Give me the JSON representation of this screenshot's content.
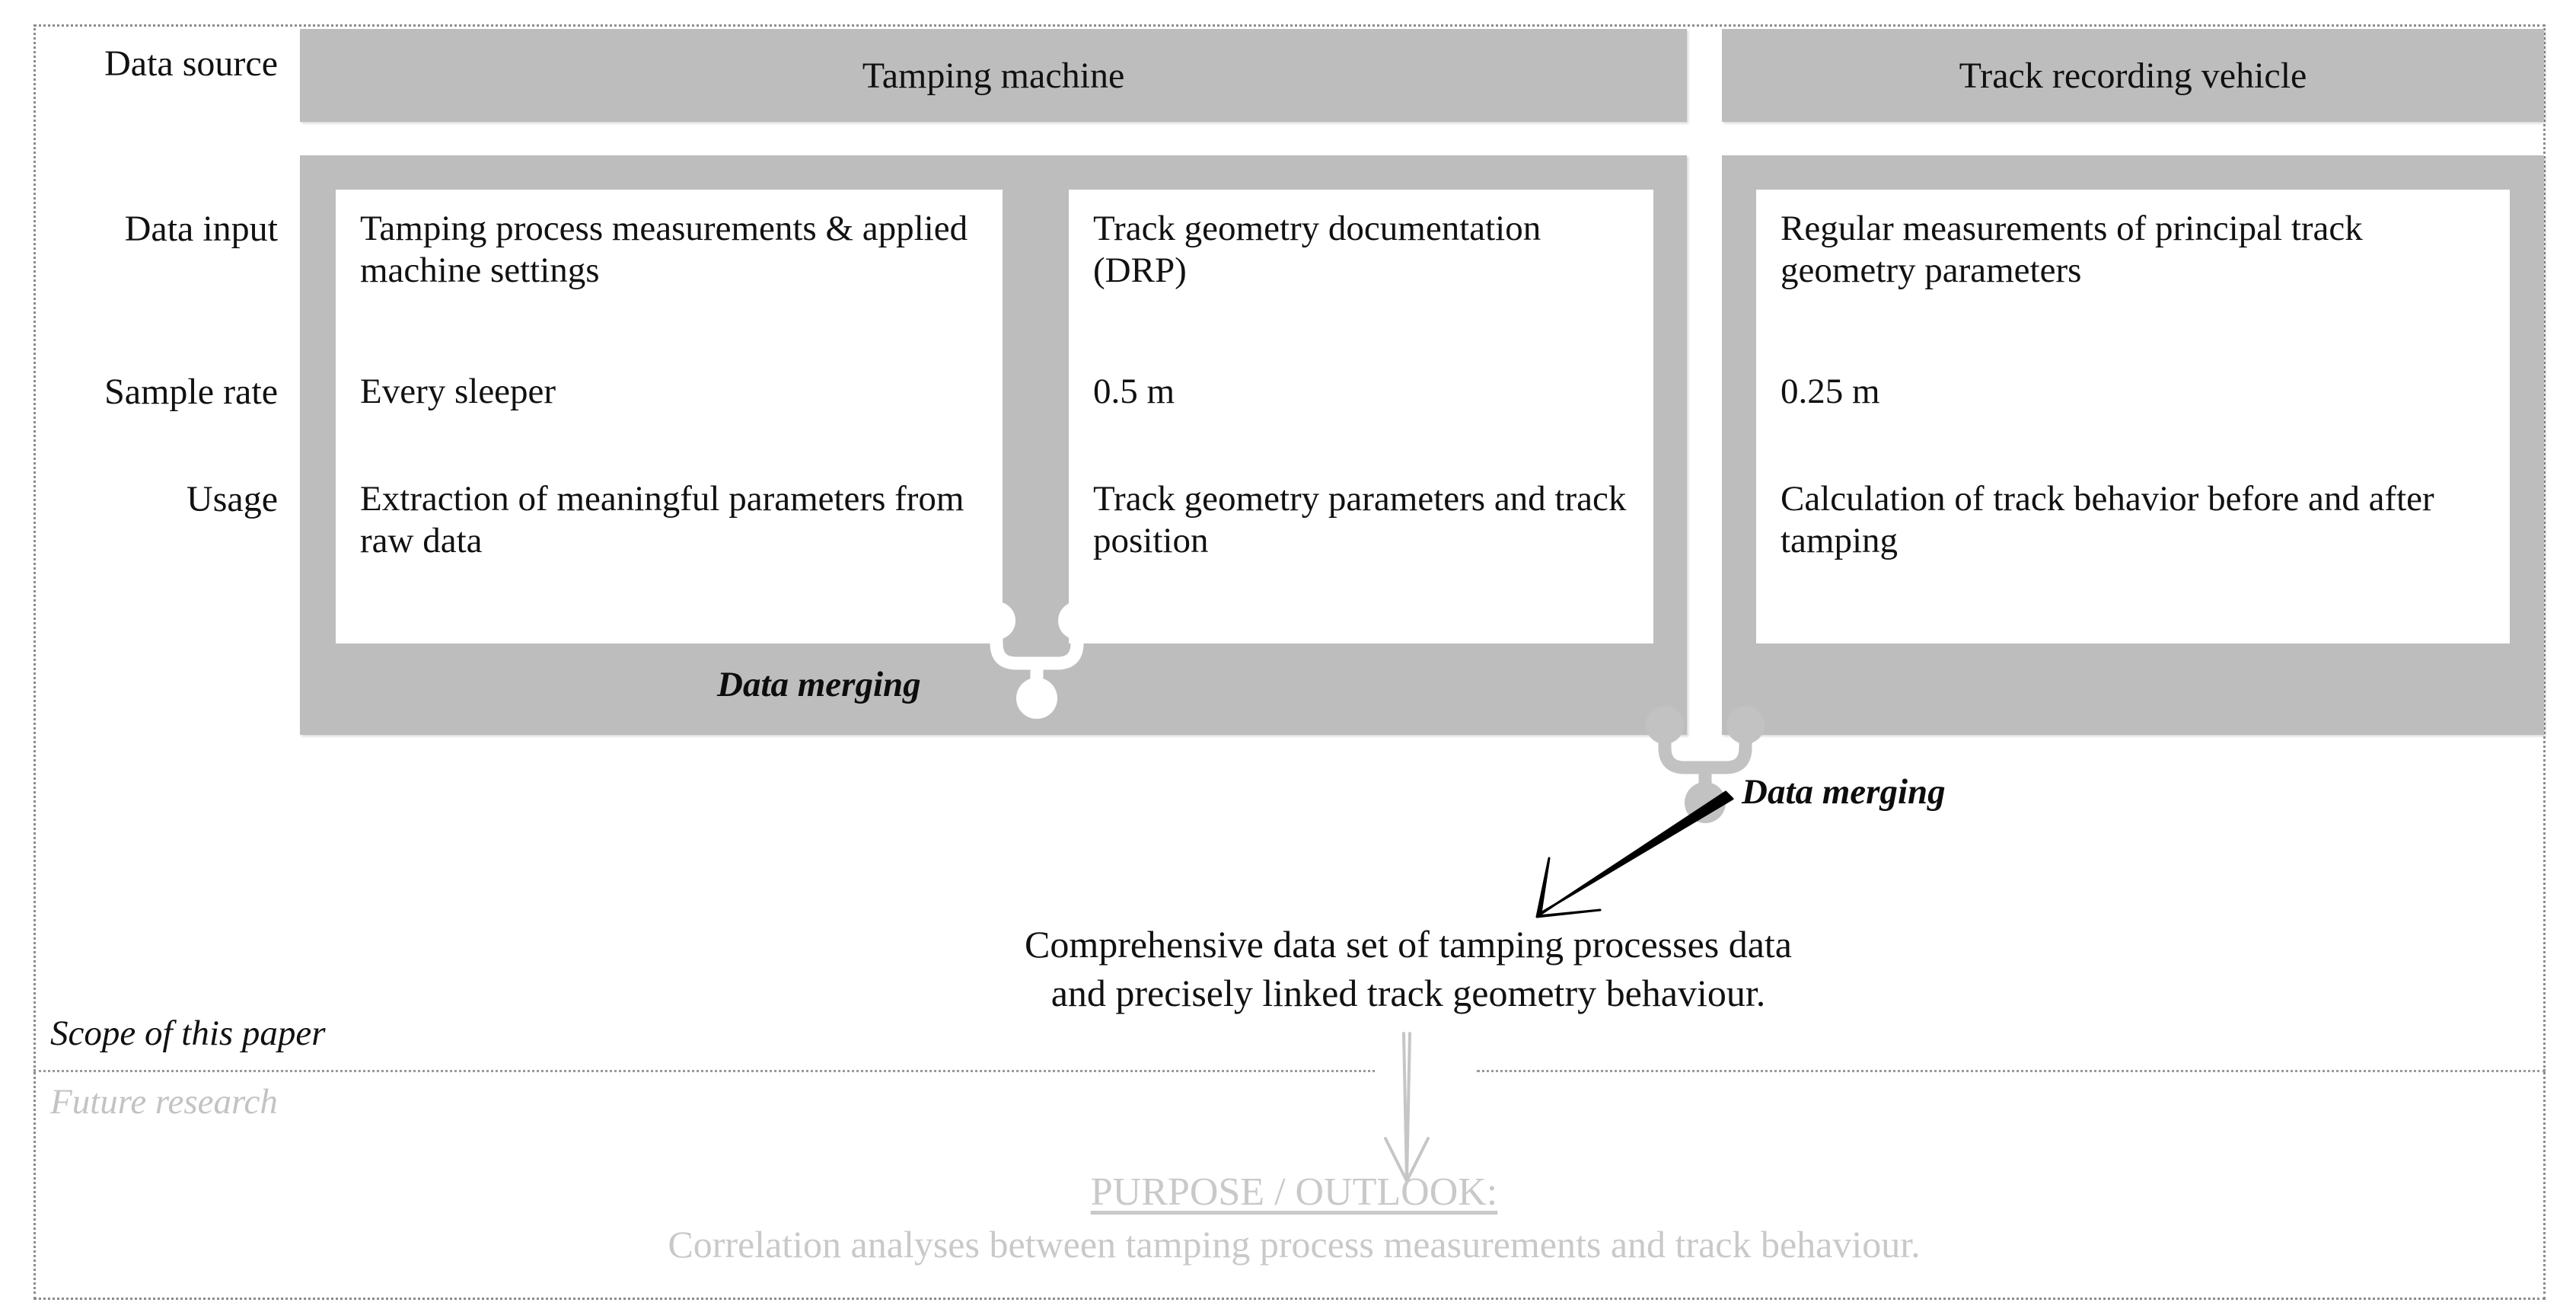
{
  "frame": {
    "scope_caption": "Scope of this paper",
    "future_caption": "Future research"
  },
  "row_labels": {
    "data_source": "Data source",
    "data_input": "Data input",
    "sample_rate": "Sample rate",
    "usage": "Usage"
  },
  "sources": [
    {
      "name": "tamping-machine",
      "title": "Tamping machine"
    },
    {
      "name": "track-recording-vehicle",
      "title": "Track recording vehicle"
    }
  ],
  "cards": [
    {
      "name": "tamping-process-measurements",
      "data_input": "Tamping process measurements & applied machine settings",
      "sample_rate": "Every sleeper",
      "usage": "Extraction of meaningful parameters from raw data"
    },
    {
      "name": "track-geometry-documentation",
      "data_input": "Track geometry documentation (DRP)",
      "sample_rate": "0.5 m",
      "usage": "Track geometry parameters and track position"
    },
    {
      "name": "regular-track-geometry-measurements",
      "data_input": "Regular measurements of principal track geometry parameters",
      "sample_rate": "0.25 m",
      "usage": "Calculation of track behavior before and after tamping"
    }
  ],
  "merging": {
    "label_1": "Data merging",
    "label_2": "Data merging",
    "icon_name": "merge-branches-icon"
  },
  "result": {
    "line1": "Comprehensive data set of tamping processes data",
    "line2": "and precisely linked track geometry behaviour."
  },
  "outlook": {
    "title": "PURPOSE / OUTLOOK:",
    "body": "Correlation analyses between tamping process measurements and track behaviour."
  },
  "colors": {
    "panel_gray": "#bdbdbd",
    "card_white": "#ffffff",
    "frame_dotted": "#8c8c8c",
    "muted_text": "#c9c9c9",
    "body_text": "#111111"
  }
}
